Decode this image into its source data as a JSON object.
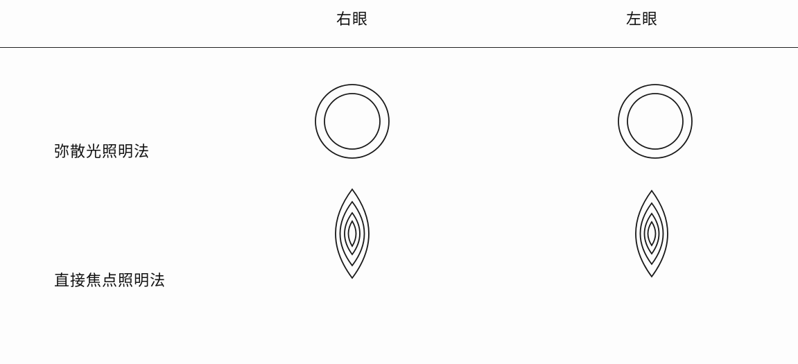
{
  "header": {
    "right_eye": "右眼",
    "left_eye": "左眼"
  },
  "rows": [
    {
      "label": "弥散光照明法"
    },
    {
      "label": "直接焦点照明法"
    }
  ]
}
